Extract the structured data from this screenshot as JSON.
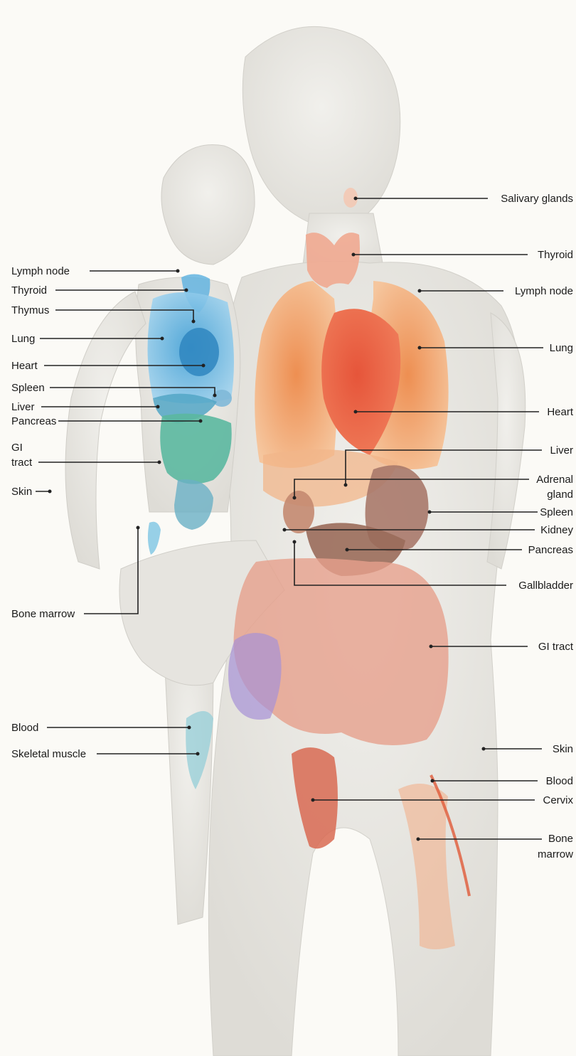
{
  "colors": {
    "background": "#fbfaf6",
    "body": "#ecebe7",
    "child_organs": "#4aa8d8",
    "child_gi": "#5bb8a0",
    "adult_organs": "#e8643c",
    "adult_lungs": "#f19a55",
    "adult_gi": "#d98a78",
    "label_text": "#1a1a1a"
  },
  "left_labels": [
    {
      "id": "child-lymph-node",
      "text": "Lymph node"
    },
    {
      "id": "child-thyroid",
      "text": "Thyroid"
    },
    {
      "id": "child-thymus",
      "text": "Thymus"
    },
    {
      "id": "child-lung",
      "text": "Lung"
    },
    {
      "id": "child-heart",
      "text": "Heart"
    },
    {
      "id": "child-spleen",
      "text": "Spleen"
    },
    {
      "id": "child-liver",
      "text": "Liver"
    },
    {
      "id": "child-pancreas",
      "text": "Pancreas"
    },
    {
      "id": "child-gi-tract",
      "text": "GI",
      "text2": "tract"
    },
    {
      "id": "child-skin",
      "text": "Skin"
    },
    {
      "id": "child-bone-marrow",
      "text": "Bone marrow"
    },
    {
      "id": "child-blood",
      "text": "Blood"
    },
    {
      "id": "child-skeletal-muscle",
      "text": "Skeletal muscle"
    }
  ],
  "right_labels": [
    {
      "id": "adult-salivary-glands",
      "text": "Salivary glands"
    },
    {
      "id": "adult-thyroid",
      "text": "Thyroid"
    },
    {
      "id": "adult-lymph-node",
      "text": "Lymph node"
    },
    {
      "id": "adult-lung",
      "text": "Lung"
    },
    {
      "id": "adult-heart",
      "text": "Heart"
    },
    {
      "id": "adult-liver",
      "text": "Liver"
    },
    {
      "id": "adult-adrenal-gland",
      "text": "Adrenal",
      "text2": "gland"
    },
    {
      "id": "adult-spleen",
      "text": "Spleen"
    },
    {
      "id": "adult-kidney",
      "text": "Kidney"
    },
    {
      "id": "adult-pancreas",
      "text": "Pancreas"
    },
    {
      "id": "adult-gallbladder",
      "text": "Gallbladder"
    },
    {
      "id": "adult-gi-tract",
      "text": "GI tract"
    },
    {
      "id": "adult-skin",
      "text": "Skin"
    },
    {
      "id": "adult-blood",
      "text": "Blood"
    },
    {
      "id": "adult-cervix",
      "text": "Cervix"
    },
    {
      "id": "adult-bone-marrow",
      "text": "Bone",
      "text2": "marrow"
    }
  ]
}
